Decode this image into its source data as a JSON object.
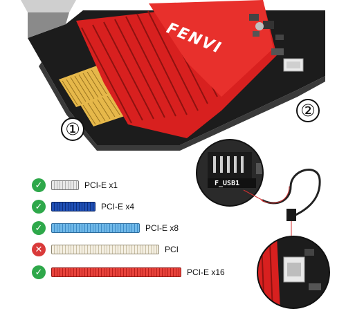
{
  "card": {
    "brand": "FENVI"
  },
  "markers": {
    "one": "①",
    "two": "②"
  },
  "header_label": "F_USB1",
  "slots": [
    {
      "label": "PCI-E x1",
      "status": "supported",
      "status_icon": "check-icon",
      "status_color": "#2ea84a",
      "slot_color": "#d9d9d9"
    },
    {
      "label": "PCI-E x4",
      "status": "supported",
      "status_icon": "check-icon",
      "status_color": "#2ea84a",
      "slot_color": "#1f4fb5"
    },
    {
      "label": "PCI-E x8",
      "status": "supported",
      "status_icon": "check-icon",
      "status_color": "#2ea84a",
      "slot_color": "#6fb8e8"
    },
    {
      "label": "PCI",
      "status": "unsupported",
      "status_icon": "cross-icon",
      "status_color": "#d93a3a",
      "slot_color": "#f4efe2"
    },
    {
      "label": "PCI-E x16",
      "status": "supported",
      "status_icon": "check-icon",
      "status_color": "#2ea84a",
      "slot_color": "#e8433c"
    }
  ],
  "colors": {
    "heatsink": "#d8201f",
    "pcb": "#1c1c1c",
    "gold_contacts": "#e6b84a",
    "cable_accent": "#d63030"
  }
}
